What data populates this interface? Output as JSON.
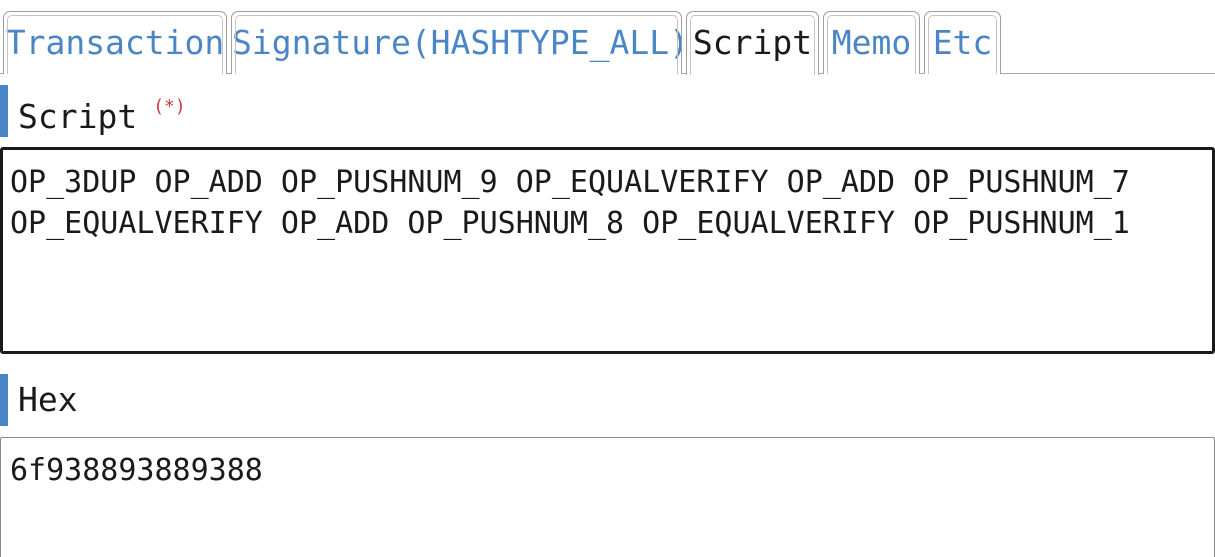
{
  "tabs": [
    {
      "label": "Transaction",
      "active": false
    },
    {
      "label": "Signature(HASHTYPE_ALL)",
      "active": false
    },
    {
      "label": "Script",
      "active": true
    },
    {
      "label": "Memo",
      "active": false
    },
    {
      "label": "Etc",
      "active": false
    }
  ],
  "script_section": {
    "label": "Script",
    "required_mark": "(*)",
    "value": "OP_3DUP OP_ADD OP_PUSHNUM_9 OP_EQUALVERIFY OP_ADD OP_PUSHNUM_7 OP_EQUALVERIFY OP_ADD OP_PUSHNUM_8 OP_EQUALVERIFY OP_PUSHNUM_1"
  },
  "hex_section": {
    "label": "Hex",
    "value": "6f938893889388"
  },
  "colors": {
    "accent": "#4a86c5",
    "required": "#d23b3b",
    "text": "#1a1a1a"
  }
}
